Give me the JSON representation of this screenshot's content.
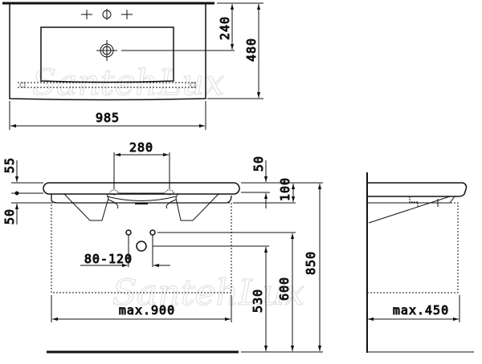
{
  "watermark": "SantehLux",
  "top_view": {
    "depth_to_drain": "240",
    "depth": "480",
    "width": "985"
  },
  "front_view": {
    "tap_spacing": "280",
    "top_offset_left": "55",
    "bottom_offset_left": "50",
    "top_offset_right": "50",
    "thickness": "100",
    "supply_spacing": "80-120",
    "cabinet_width": "max.900",
    "drain_height": "530",
    "supply_height": "600",
    "total_height": "850"
  },
  "side_view": {
    "cabinet_depth": "max.450"
  }
}
